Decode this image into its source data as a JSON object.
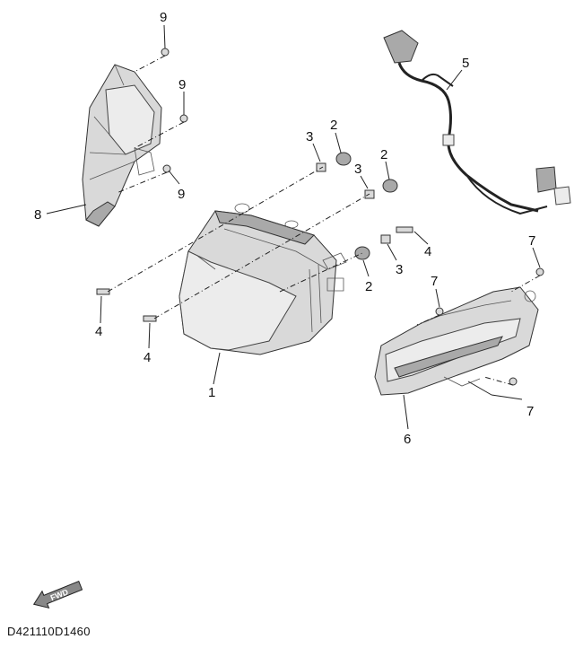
{
  "callouts": {
    "c1": "1",
    "c2a": "2",
    "c2b": "2",
    "c2c": "2",
    "c3a": "3",
    "c3b": "3",
    "c3c": "3",
    "c4a": "4",
    "c4b": "4",
    "c4c": "4",
    "c5": "5",
    "c6": "6",
    "c7a": "7",
    "c7b": "7",
    "c7c": "7",
    "c8": "8",
    "c9a": "9",
    "c9b": "9",
    "c9c": "9"
  },
  "fwd_label": "FWD",
  "doc_code": "D421110D1460"
}
